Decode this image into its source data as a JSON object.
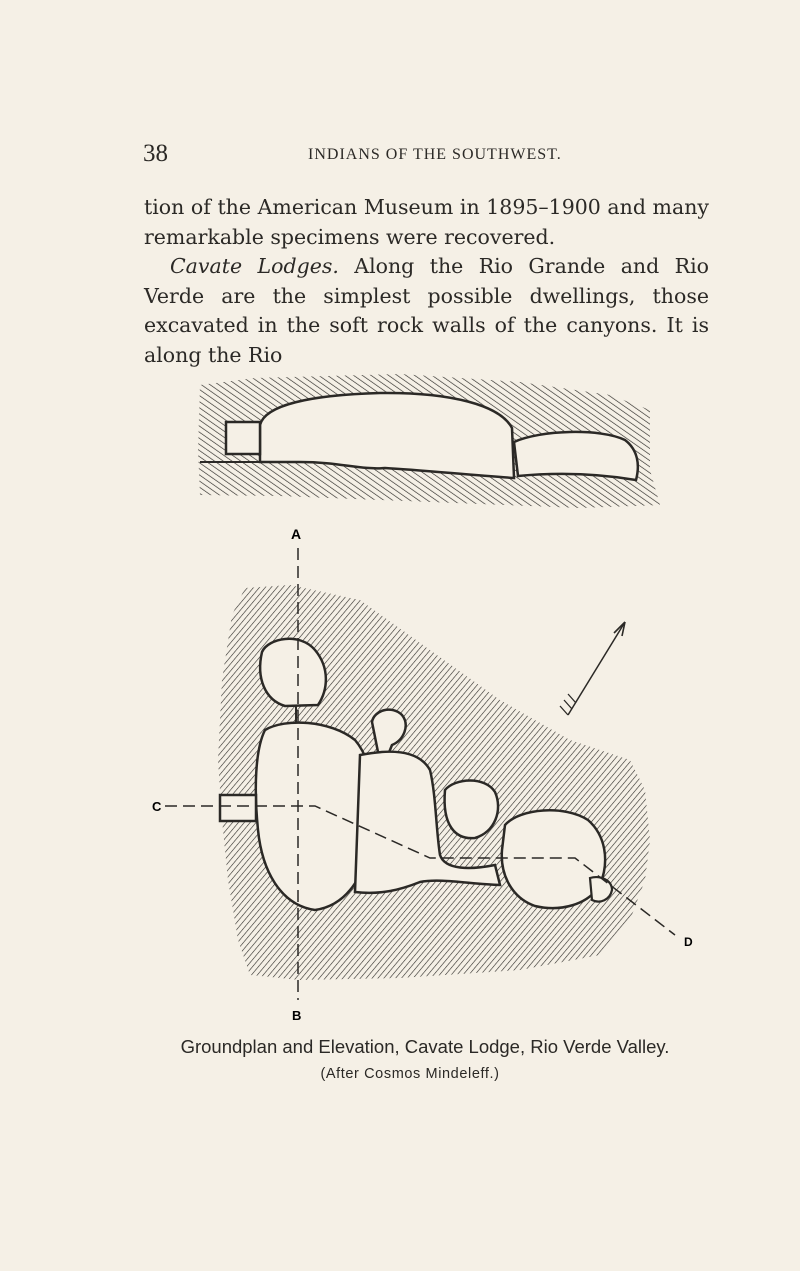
{
  "page": {
    "number": "38",
    "running_head": "INDIANS OF THE SOUTHWEST."
  },
  "body": {
    "para1": "tion of the American Museum in 1895–1900 and many remarkable specimens were recovered.",
    "para2_runin": "Cavate Lodges.",
    "para2_text": " Along the Rio Grande and Rio Verde are the simplest possible dwellings, those excavated in the soft rock walls of the canyons. It is along the Rio"
  },
  "figure": {
    "labels": {
      "a": "A",
      "b": "B",
      "c": "C",
      "d": "D"
    },
    "caption": "Groundplan and Elevation, Cavate Lodge, Rio Verde Valley.",
    "credit": "(After Cosmos Mindeleff.)"
  },
  "colors": {
    "paper": "#f5f0e6",
    "ink": "#2b2926"
  }
}
